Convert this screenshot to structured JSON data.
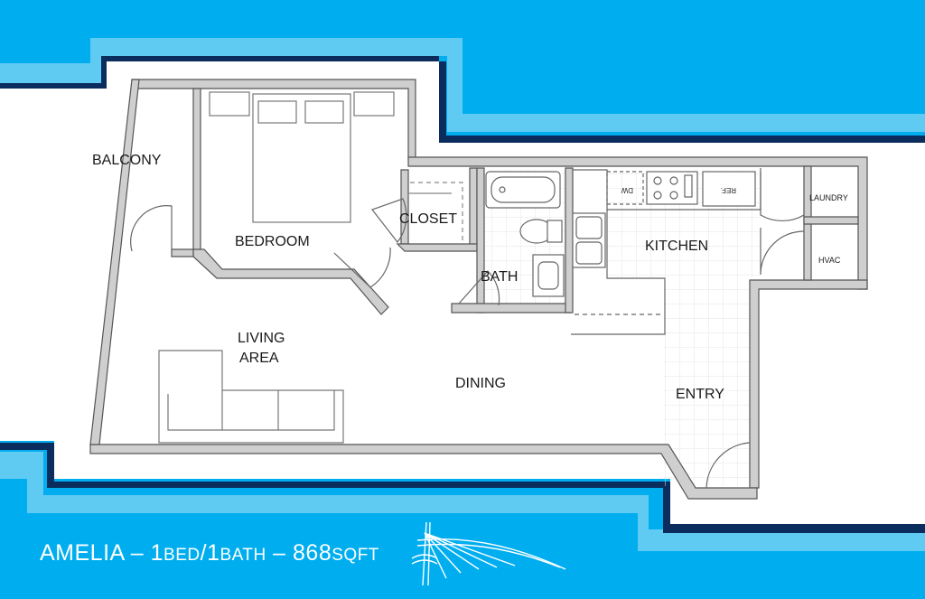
{
  "plan": {
    "rooms": {
      "balcony": "BALCONY",
      "bedroom": "BEDROOM",
      "closet": "CLOSET",
      "bath": "BATH",
      "kitchen": "KITCHEN",
      "laundry": "LAUNDRY",
      "hvac": "HVAC",
      "living_line1": "LIVING",
      "living_line2": "AREA",
      "dining": "DINING",
      "entry": "ENTRY"
    },
    "appliances": {
      "dishwasher": "DW",
      "refrigerator": "REF."
    }
  },
  "caption": {
    "name": "AMELIA",
    "sep1": " – ",
    "beds_num": "1",
    "beds_word": "BED",
    "slash": "/",
    "baths_num": "1",
    "baths_word": "BATH",
    "sep2": " – ",
    "area_num": "868",
    "area_unit": "SQFT"
  },
  "colors": {
    "sky_blue": "#00aeef",
    "light_blue": "#5fcbf3",
    "navy": "#0b2d5e",
    "wall_fill": "#cfcfcf",
    "wall_stroke": "#555555",
    "grid_line": "#e6e6e6"
  },
  "logo": {
    "name": "bridge-logo"
  }
}
